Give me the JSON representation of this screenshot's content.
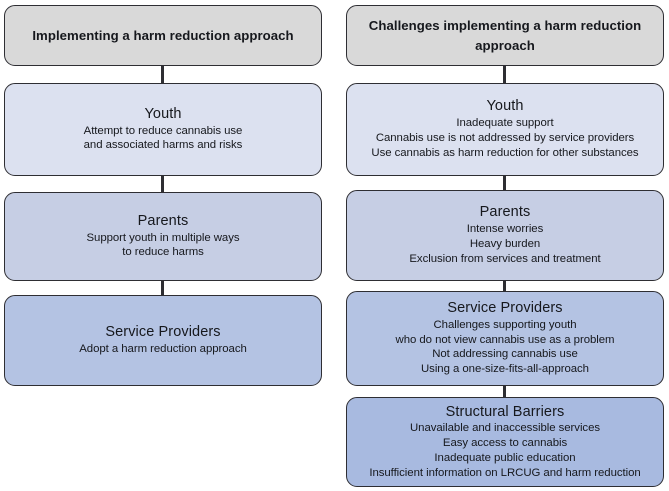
{
  "diagram": {
    "title_visible": false,
    "background_color": "#ffffff",
    "border_color": "#2e2e33",
    "columns": [
      {
        "id": "left-column",
        "name": "implementing-harm-reduction-column",
        "header": {
          "label": "Implementing a harm reduction approach",
          "fill": "#d9d9d9"
        },
        "nodes": [
          {
            "id": "left-youth",
            "title": "Youth",
            "fill": "#dce1f0",
            "lines": [
              "Attempt to reduce cannabis use",
              "and associated harms and risks"
            ]
          },
          {
            "id": "left-parents",
            "title": "Parents",
            "fill": "#c6cee4",
            "lines": [
              "Support youth in multiple ways",
              "to reduce harms"
            ]
          },
          {
            "id": "left-service-providers",
            "title": "Service Providers",
            "fill": "#b4c3e3",
            "lines": [
              "Adopt a harm reduction approach"
            ]
          }
        ]
      },
      {
        "id": "right-column",
        "name": "challenges-implementing-harm-reduction-column",
        "header": {
          "label": "Challenges implementing a harm reduction approach",
          "fill": "#d9d9d9"
        },
        "nodes": [
          {
            "id": "right-youth",
            "title": "Youth",
            "fill": "#dce1f0",
            "lines": [
              "Inadequate support",
              "Cannabis use is not addressed by service providers",
              "Use cannabis as harm reduction for other substances"
            ]
          },
          {
            "id": "right-parents",
            "title": "Parents",
            "fill": "#c6cee4",
            "lines": [
              "Intense worries",
              "Heavy burden",
              "Exclusion from services and treatment"
            ]
          },
          {
            "id": "right-service-providers",
            "title": "Service Providers",
            "fill": "#b4c3e3",
            "lines": [
              "Challenges supporting youth",
              "who do not view cannabis use as a problem",
              "Not addressing cannabis use",
              "Using a one-size-fits-all-approach"
            ]
          },
          {
            "id": "right-structural-barriers",
            "title": "Structural Barriers",
            "fill": "#a8bae0",
            "lines": [
              "Unavailable and inaccessible services",
              "Easy access to cannabis",
              "Inadequate public education",
              "Insufficient information on LRCUG and harm reduction"
            ]
          }
        ]
      }
    ]
  }
}
